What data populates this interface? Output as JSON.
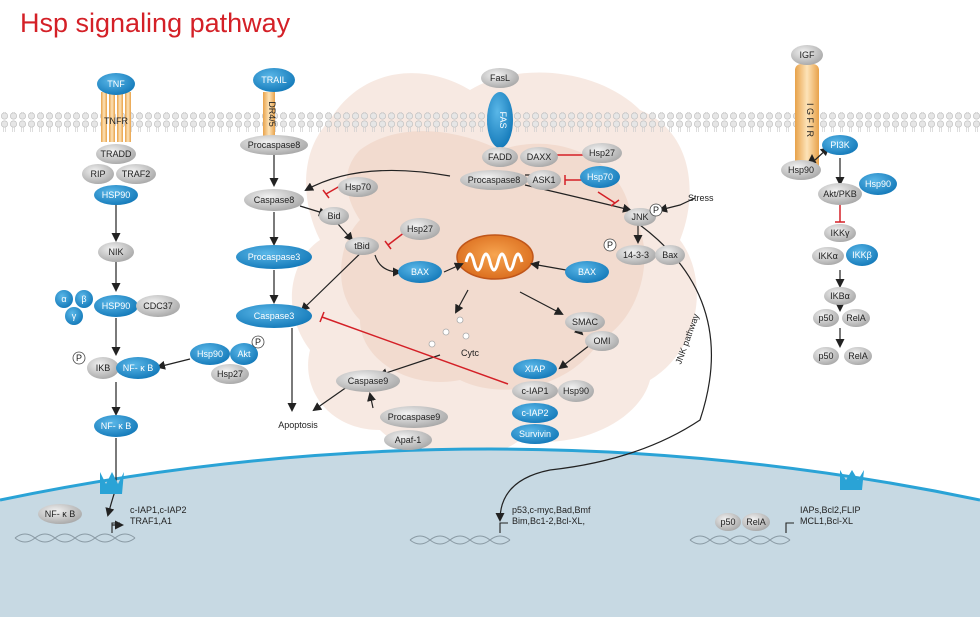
{
  "title": "Hsp signaling pathway",
  "nodes": {
    "tnf": "TNF",
    "tnfr": "TNFR",
    "tradd": "TRADD",
    "rip": "RIP",
    "traf2": "TRAF2",
    "hsp90_left": "HSP90",
    "nik": "NIK",
    "alpha": "α",
    "beta": "β",
    "gamma": "γ",
    "hsp90_ikk": "HSP90",
    "cdc37": "CDC37",
    "p_ikb": "P",
    "ikb": "IKB",
    "nfkb_mid": "NF- κ B",
    "nfkb_low": "NF- κ B",
    "hsp90_akt": "Hsp90",
    "akt": "Akt",
    "p_akt": "P",
    "hsp27_akt": "Hsp27",
    "trail": "TRAIL",
    "dr45": "DR4/5",
    "procaspase8_left": "Procaspase8",
    "caspase8": "Caspase8",
    "hsp70_bid": "Hsp70",
    "bid": "Bid",
    "tbid": "tBid",
    "hsp27_tbid": "Hsp27",
    "bax_left": "BAX",
    "procaspase3": "Procaspase3",
    "caspase3": "Caspase3",
    "apoptosis": "Apoptosis",
    "caspase9": "Caspase9",
    "procaspase9": "Procaspase9",
    "apaf1": "Apaf-1",
    "cytc": "Cytc",
    "fasl": "FasL",
    "fas": "FAS",
    "fadd": "FADD",
    "daxx": "DAXX",
    "hsp27_daxx": "Hsp27",
    "procaspase8_mid": "Procaspase8",
    "ask1": "ASK1",
    "hsp70_ask1": "Hsp70",
    "jnk": "JNK",
    "p_jnk": "P",
    "stress": "Stress",
    "p_1433": "P",
    "p1433": "14-3-3",
    "bax_small": "Bax",
    "bax_right": "BAX",
    "smac": "SMAC",
    "omi": "OMI",
    "xiap": "XIAP",
    "ciap1": "c-IAP1",
    "ciap2": "c-IAP2",
    "survivin": "Survivin",
    "hsp90_iap": "Hsp90",
    "jnk_pathway": "JNK pathway",
    "igf": "IGF",
    "igf1r": "I G F I R",
    "hsp90_igf": "Hsp90",
    "pi3k": "PI3K",
    "aktpkb": "Akt/PKB",
    "hsp90_akt_right": "Hsp90",
    "ikkg": "IKKγ",
    "ikka": "IKKα",
    "ikkb": "IKKβ",
    "ikba": "IKBα",
    "p50": "p50",
    "rela": "RelA",
    "p50_b": "p50",
    "rela_b": "RelA"
  },
  "nucleus": {
    "nfkb": "NF- κ B",
    "genes_left": [
      "c-IAP1,c-IAP2",
      "TRAF1,A1"
    ],
    "genes_mid": [
      "p53,c-myc,Bad,Bmf",
      "Bim,Bc1-2,Bcl-XL,"
    ],
    "p50": "p50",
    "rela": "RelA",
    "genes_right": [
      "IAPs,Bcl2,FLIP",
      "MCL1,Bcl-XL"
    ]
  },
  "colors": {
    "title": "#d42027",
    "blue_node": "#1d8ccf",
    "gray_node": "#bfbfbf",
    "receptor": "#f2b866",
    "inhibit": "#d42027",
    "nucleus": "#c7d9e3",
    "nuclear_membrane": "#2aa3d6"
  }
}
